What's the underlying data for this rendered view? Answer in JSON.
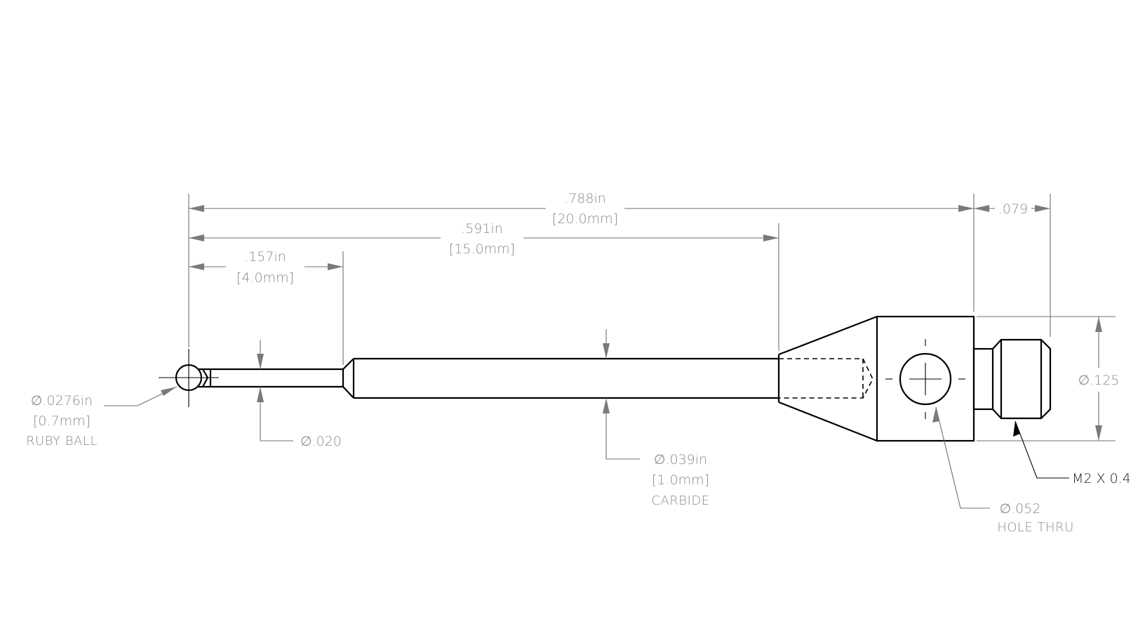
{
  "dimensions": {
    "overall_length_in": ".788in",
    "overall_length_mm": "[20.0mm]",
    "body_length_in": ".591in",
    "body_length_mm": "[15.0mm]",
    "stem_length_in": ".157in",
    "stem_length_mm": "[4.0mm]",
    "thread_length": ".079",
    "head_diameter": "∅.125"
  },
  "callouts": {
    "ball_diameter_in": "∅.0276in",
    "ball_diameter_mm": "[0.7mm]",
    "ball_material": "RUBY BALL",
    "stem_diameter": "∅.020",
    "shaft_diameter_in": "∅.039in",
    "shaft_diameter_mm": "[1.0mm]",
    "shaft_material": "CARBIDE",
    "hole_diameter": "∅.052",
    "hole_note": "HOLE THRU",
    "thread_spec": "M2 X 0.4"
  }
}
